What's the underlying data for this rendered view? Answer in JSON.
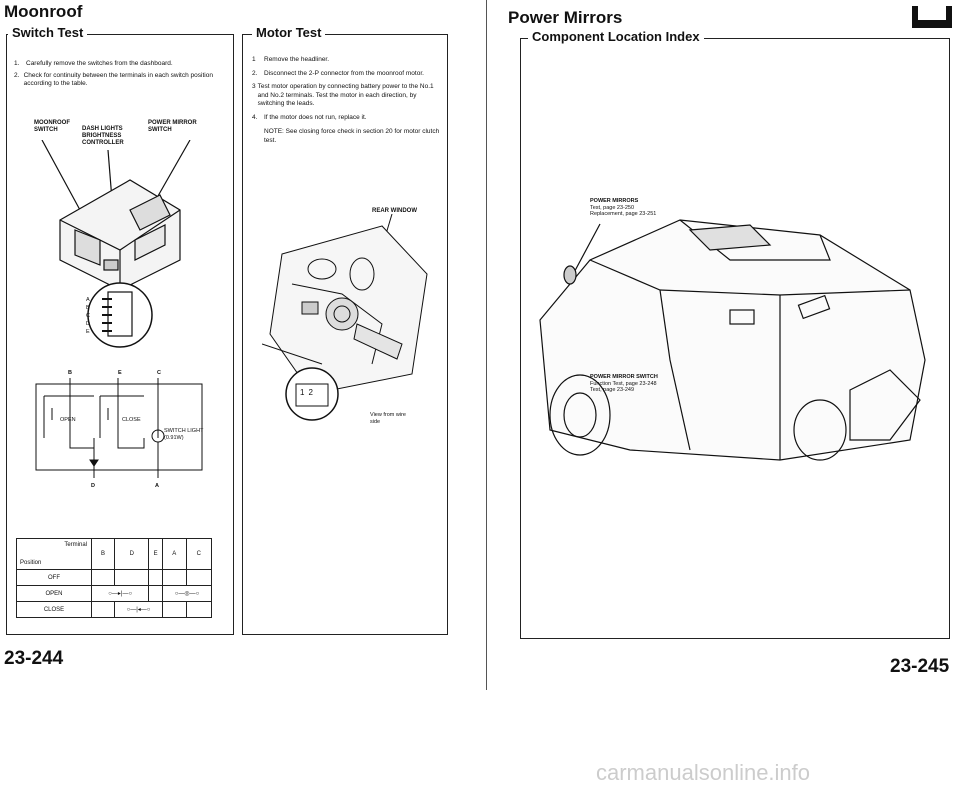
{
  "left_page": {
    "header": "Moonroof",
    "switch_test": {
      "title": "Switch Test",
      "steps": [
        {
          "num": "1.",
          "text": "Carefully remove the switches from the dashboard."
        },
        {
          "num": "2.",
          "text": "Check for continuity between the terminals in each switch position according to the table."
        }
      ],
      "labels": {
        "moonroof_switch": "MOONROOF SWITCH",
        "dash_lights": "DASH LIGHTS BRIGHTNESS CONTROLLER",
        "power_mirror_switch": "POWER MIRROR SWITCH",
        "pins": [
          "A",
          "B",
          "C",
          "D",
          "E"
        ],
        "terminals_top": [
          "B",
          "E",
          "C"
        ],
        "terminals_bottom": [
          "D",
          "A"
        ],
        "open": "OPEN",
        "close": "CLOSE",
        "switch_light": "SWITCH LIGHT (0.91W)"
      },
      "table": {
        "corner_terminal": "Terminal",
        "corner_position": "Position",
        "columns": [
          "B",
          "D",
          "E",
          "A",
          "C"
        ],
        "rows": [
          "OFF",
          "OPEN",
          "CLOSE"
        ]
      }
    },
    "motor_test": {
      "title": "Motor Test",
      "steps": [
        {
          "num": "1",
          "text": "Remove the headliner."
        },
        {
          "num": "2.",
          "text": "Disconnect the 2-P connector from the moonroof motor."
        },
        {
          "num": "3",
          "text": "Test motor operation by connecting battery power to the No.1 and No.2 terminals. Test the motor in each direction, by switching the leads."
        },
        {
          "num": "4.",
          "text": "If the motor does not run, replace it."
        }
      ],
      "note": "NOTE: See closing force check in section 20 for motor clutch test.",
      "rear_window": "REAR WINDOW",
      "view_from": "View from wire side",
      "connector_pins": [
        "1",
        "2"
      ]
    },
    "page_number": "23-244"
  },
  "right_page": {
    "header": "Power Mirrors",
    "subtitle": "Component Location Index",
    "power_mirrors_label": {
      "title": "POWER MIRRORS",
      "line1": "Test, page 23-250",
      "line2": "Replacement, page 23-251"
    },
    "switch_label": {
      "title": "POWER MIRROR SWITCH",
      "line1": "Function Test, page 23-248",
      "line2": "Test, page 23-249"
    },
    "page_number": "23-245"
  },
  "watermark": "carmanualsonline.info"
}
